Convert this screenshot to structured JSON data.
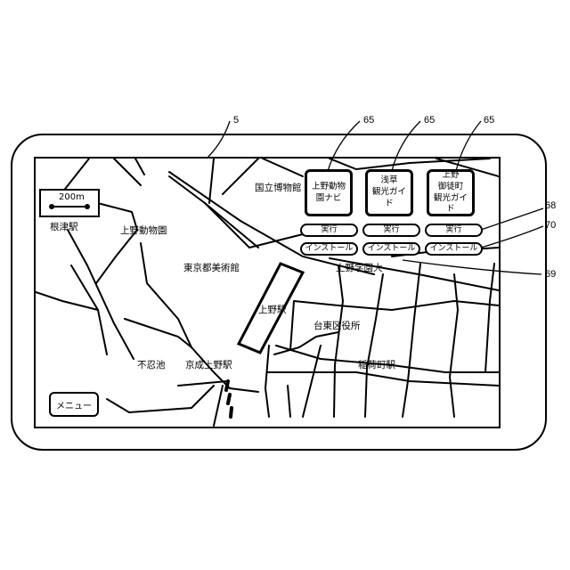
{
  "reference_numerals": {
    "device": "5",
    "app_icon": "65",
    "execute_button": "68",
    "install_button": "70",
    "map_line": "69"
  },
  "map": {
    "scale": "200m",
    "places": [
      {
        "key": "national_museum",
        "label": "国立博物館"
      },
      {
        "key": "ueno_zoo",
        "label": "上野動物園"
      },
      {
        "key": "nezu_station",
        "label": "根津駅"
      },
      {
        "key": "tokyo_art_museum",
        "label": "東京都美術館"
      },
      {
        "key": "ueno_gakuen",
        "label": "上野学園大"
      },
      {
        "key": "ueno_station",
        "label": "上野駅"
      },
      {
        "key": "taito_office",
        "label": "台東区役所"
      },
      {
        "key": "shinobazu_pond",
        "label": "不忍池"
      },
      {
        "key": "keisei_ueno",
        "label": "京成上野駅"
      },
      {
        "key": "inaricho_station",
        "label": "稲荷町駅"
      }
    ]
  },
  "apps": [
    {
      "name": "上野動物\n園ナビ",
      "execute": "実行",
      "install": "インストール"
    },
    {
      "name": "浅草\n観光ガイド",
      "execute": "実行",
      "install": "インストール"
    },
    {
      "name": "上野\n御徒町\n観光ガイド",
      "execute": "実行",
      "install": "インストール"
    }
  ],
  "menu_button": "メニュー"
}
